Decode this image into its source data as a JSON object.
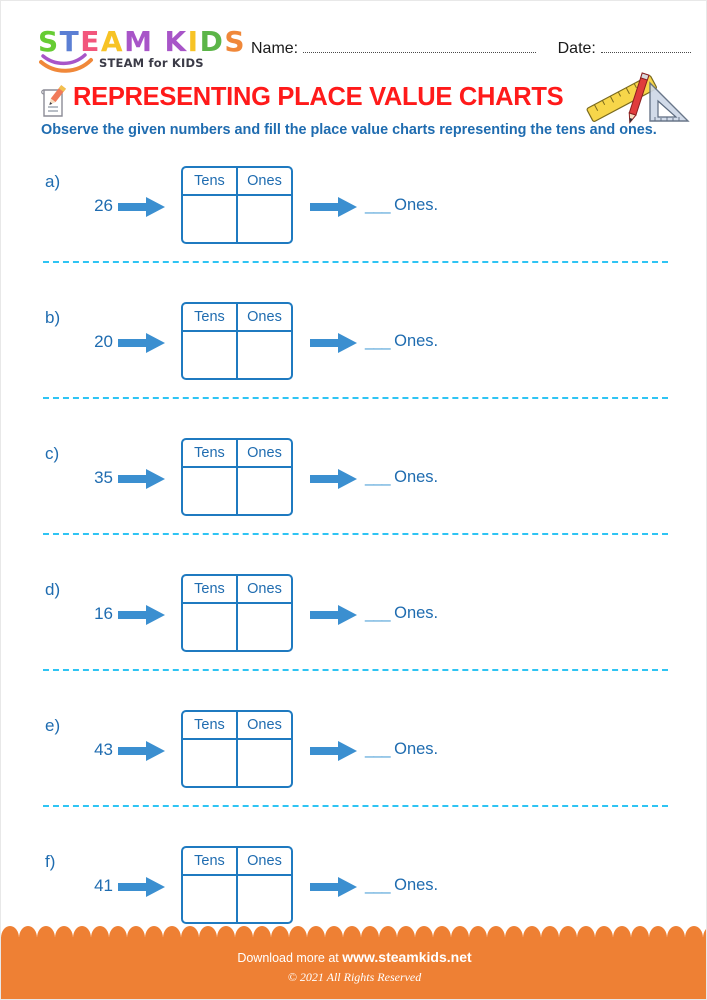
{
  "brand": {
    "logo_letters": [
      "S",
      "T",
      "E",
      "A",
      "M",
      "K",
      "I",
      "D",
      "S"
    ],
    "logo_colors": [
      "#66cc33",
      "#5b7fd4",
      "#f2567c",
      "#f7c325",
      "#a855c8",
      "#a855c8",
      "#f7c325",
      "#5cb548",
      "#f0883a"
    ],
    "tagline": "STEAM for KIDS",
    "swoosh_purple": "#a855c8",
    "swoosh_orange": "#f0883a"
  },
  "header": {
    "name_label": "Name:",
    "date_label": "Date:"
  },
  "title": {
    "text": "REPRESENTING PLACE VALUE CHARTS",
    "color": "#ff1a1a",
    "icon": "memo-pencil-icon",
    "decoration": "ruler-pencil-triangle-icon"
  },
  "instruction": {
    "text": "Observe the given numbers and fill the place value charts representing the tens and ones.",
    "color": "#1f6cb0"
  },
  "table_headers": {
    "tens": "Tens",
    "ones": "Ones"
  },
  "answer_suffix": "Ones.",
  "answer_blank": "___",
  "questions": [
    {
      "label": "a)",
      "number": "26"
    },
    {
      "label": "b)",
      "number": "20"
    },
    {
      "label": "c)",
      "number": "35"
    },
    {
      "label": "d)",
      "number": "16"
    },
    {
      "label": "e)",
      "number": "43"
    },
    {
      "label": "f)",
      "number": "41"
    }
  ],
  "footer": {
    "download_prefix": "Download more at ",
    "website": "www.steamkids.net",
    "copyright": "© 2021 All Rights Reserved",
    "background": "#ee8034"
  },
  "theme": {
    "blue": "#1f6cb0",
    "table_border": "#1f7ac0",
    "arrow": "#3b8fd0",
    "dashed_divider": "#2ec4f3"
  }
}
